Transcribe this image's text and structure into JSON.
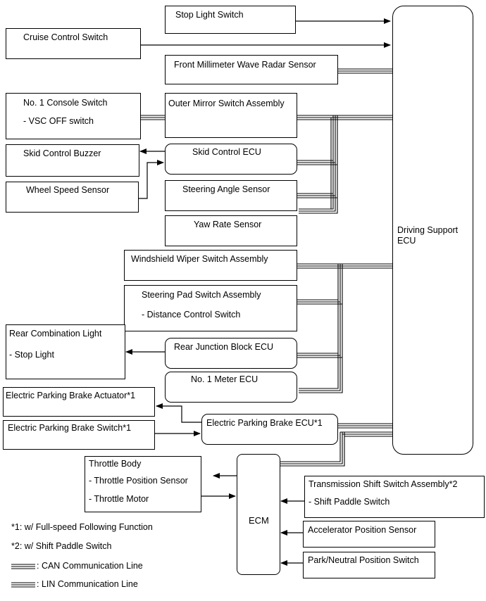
{
  "diagram": {
    "stop_light_switch": "Stop Light Switch",
    "cruise_control_switch": "Cruise Control Switch",
    "front_radar": "Front Millimeter Wave Radar Sensor",
    "console_switch": "No. 1 Console Switch",
    "console_switch_sub": "- VSC OFF switch",
    "outer_mirror": "Outer Mirror Switch Assembly",
    "skid_buzzer": "Skid Control Buzzer",
    "skid_ecu": "Skid Control ECU",
    "wheel_speed": "Wheel Speed Sensor",
    "steering_angle": "Steering Angle Sensor",
    "yaw_rate": "Yaw Rate Sensor",
    "driving_support_ecu": "Driving Support\nECU",
    "wiper_switch": "Windshield Wiper Switch Assembly",
    "steering_pad": "Steering Pad Switch Assembly",
    "steering_pad_sub": "- Distance Control Switch",
    "rear_combo": "Rear Combination Light",
    "rear_combo_sub": "- Stop Light",
    "rear_junction": "Rear Junction Block ECU",
    "meter_ecu": "No. 1 Meter ECU",
    "epb_actuator": "Electric Parking Brake Actuator*1",
    "epb_switch": "Electric Parking Brake Switch*1",
    "epb_ecu": "Electric Parking Brake ECU*1",
    "throttle_body": "Throttle Body",
    "throttle_pos": "- Throttle Position Sensor",
    "throttle_motor": "- Throttle Motor",
    "ecm": "ECM",
    "trans_shift": "Transmission Shift Switch Assembly*2",
    "shift_paddle": "- Shift Paddle Switch",
    "accel_sensor": "Accelerator Position Sensor",
    "park_neutral": "Park/Neutral Position Switch"
  },
  "legend": {
    "note1": "*1: w/ Full-speed Following Function",
    "note2": "*2: w/ Shift Paddle Switch",
    "can": ": CAN Communication Line",
    "lin": ": LIN Communication Line"
  }
}
